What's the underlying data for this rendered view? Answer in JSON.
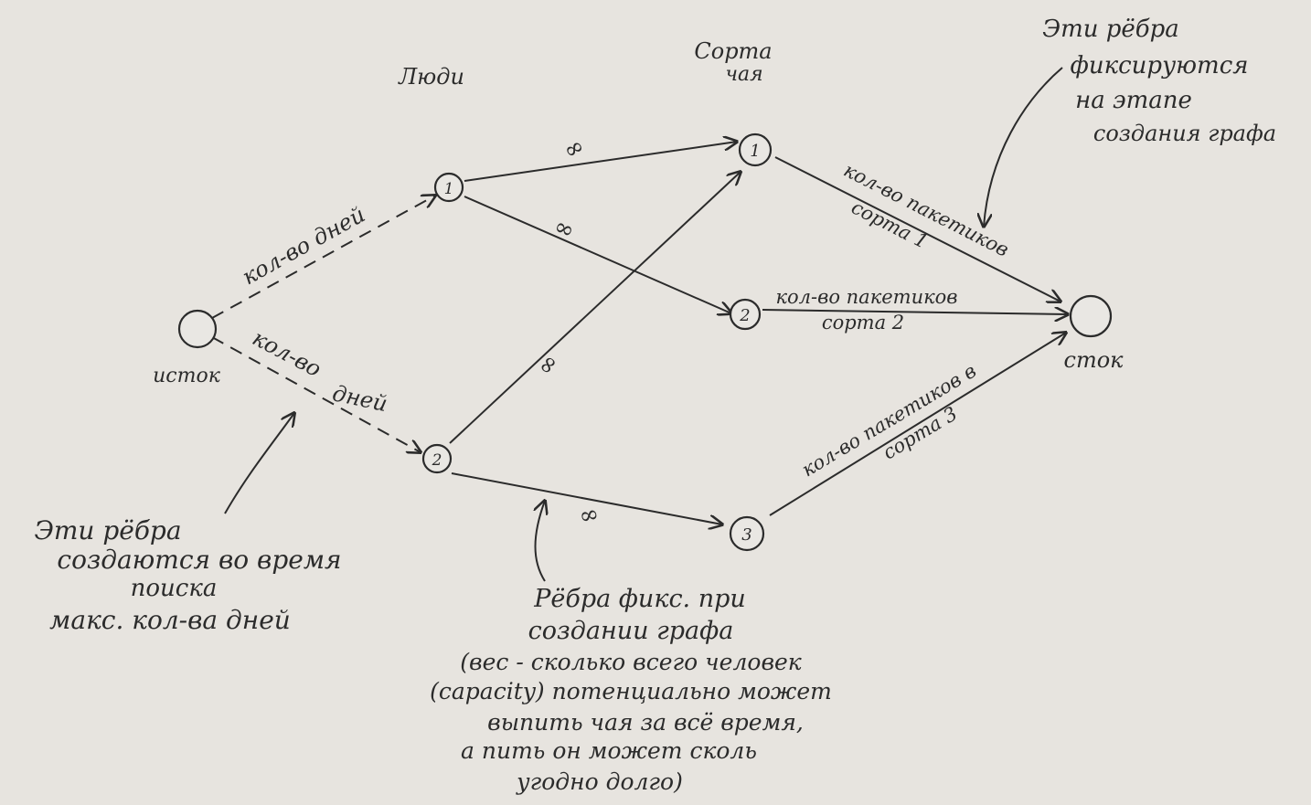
{
  "colors": {
    "paper": "#e7e4df",
    "ink": "#2b2b2b"
  },
  "column_labels": {
    "people": "Люди",
    "tea_sorts_1": "Сорта",
    "tea_sorts_2": "чая"
  },
  "nodes": {
    "source": {
      "label": "исток"
    },
    "sink": {
      "label": "сток"
    },
    "person_1": {
      "number": "1"
    },
    "person_2": {
      "number": "2"
    },
    "sort_1": {
      "number": "1"
    },
    "sort_2": {
      "number": "2"
    },
    "sort_3": {
      "number": "3"
    }
  },
  "edges": {
    "source_to_person_1": {
      "label": "кол-во дней"
    },
    "source_to_person_2": {
      "label_1": "кол-во",
      "label_2": "дней"
    },
    "person_1_to_sort_1": {
      "label": "∞"
    },
    "person_1_to_sort_2": {
      "label": "∞"
    },
    "person_2_to_sort_1": {
      "label": "∞"
    },
    "person_2_to_sort_3": {
      "label": "∞"
    },
    "sort_1_to_sink": {
      "label_1": "кол-во пакетиков",
      "label_2": "сорта 1"
    },
    "sort_2_to_sink": {
      "label_1": "кол-во пакетиков",
      "label_2": "сорта 2"
    },
    "sort_3_to_sink": {
      "label_1": "кол-во пакетиков в",
      "label_2": "сорта 3"
    }
  },
  "notes": {
    "top_right": {
      "lines": [
        "Эти рёбра",
        "фиксируются",
        "на этапе",
        "создания графа"
      ]
    },
    "bottom_left": {
      "lines": [
        "Эти рёбра",
        "создаются во время",
        "поиска",
        "макс. кол-ва дней"
      ]
    },
    "bottom_center": {
      "lines": [
        "Рёбра фикс. при",
        "создании графа",
        "(вес - сколько всего человек",
        "(capacity) потенциально может",
        "выпить чая за всё время,",
        "а пить он может сколь",
        "угодно долго)"
      ]
    }
  }
}
